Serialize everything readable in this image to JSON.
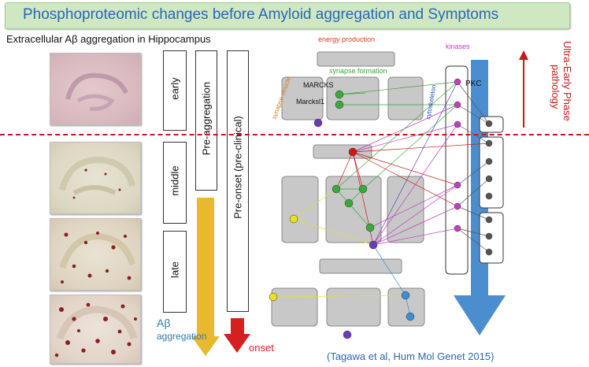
{
  "title": "Phosphoproteomic changes before Amyloid aggregation and Symptoms",
  "subtitle": "Extracellular Aβ aggregation in Hippocampus",
  "stages": [
    "early",
    "middle",
    "late"
  ],
  "phases": {
    "pre_aggregation": "Pre-aggregation",
    "pre_onset": "Pre-onset (pre-clinical)"
  },
  "abeta_label": {
    "line1": "Aβ",
    "line2": "aggregation"
  },
  "onset_label": "onset",
  "network_labels": {
    "energy_production": "energy production",
    "synapse_formation": "synapse formation",
    "synapse_vesicle": "synapse vesicle",
    "cytoskeleton": "cytoskeleton",
    "kinases": "kinases",
    "marcks": "MARCKS",
    "marcksl1": "Marcksl1",
    "pkc": "PKC"
  },
  "ultra_early": {
    "line1": "Ultra-Early Phase",
    "line2": "pathology"
  },
  "citation": "(Tagawa et al, Hum Mol Genet 2015)",
  "colors": {
    "title_text": "#2a66b8",
    "banner": "#cfe8c2",
    "dashed_line": "#c41a1a",
    "abeta_arrow": "#e8b92c",
    "onset_arrow": "#d42020",
    "kinase_arrow": "#4a8ed0",
    "node_green": "#3aa83a",
    "node_magenta": "#c040c0",
    "node_gray": "#555555",
    "node_red": "#d01818",
    "node_yellow": "#e8e020",
    "node_purple": "#6a3cb8",
    "node_blue": "#3a8ed8"
  }
}
